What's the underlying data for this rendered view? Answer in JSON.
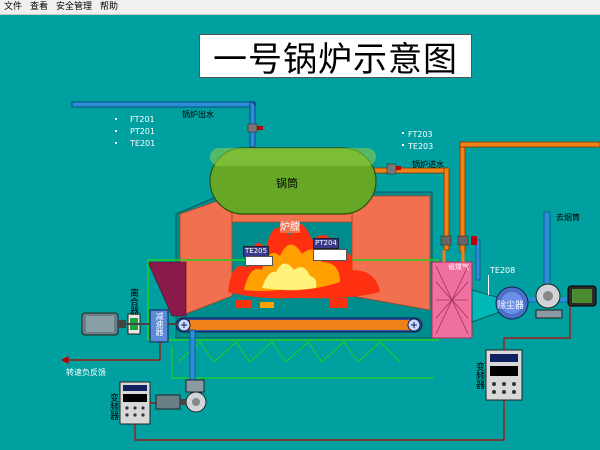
{
  "menu": {
    "items": [
      "文件",
      "查看",
      "安全管理",
      "帮助"
    ]
  },
  "title": "一号锅炉示意图",
  "instruments": {
    "outlet_tags": [
      "FT201",
      "PT201",
      "TE201"
    ],
    "inlet_tags": [
      "FT203",
      "TE203"
    ],
    "te205": "TE205",
    "pt204": "PT204",
    "te208": "TE208"
  },
  "labels": {
    "outlet_pipe": "锅炉出水",
    "inlet_pipe": "锅炉进水",
    "drum": "锅筒",
    "furnace": "炉膛",
    "economizer": "省煤气",
    "dust": "除尘器",
    "chimney": "去烟筒",
    "clutch": "离合器",
    "reducer": "减速器",
    "feedback": "转速负反馈",
    "inverter_left": "变频器",
    "inverter_right": "变频器"
  },
  "colors": {
    "background": "#00a0a0",
    "pipe_water": "#2a8fd8",
    "pipe_hot": "#f08018",
    "drum": "#66a826",
    "furnace_wall": "#f07050",
    "flame": "#ff3010",
    "signal_line": "#c00000"
  }
}
